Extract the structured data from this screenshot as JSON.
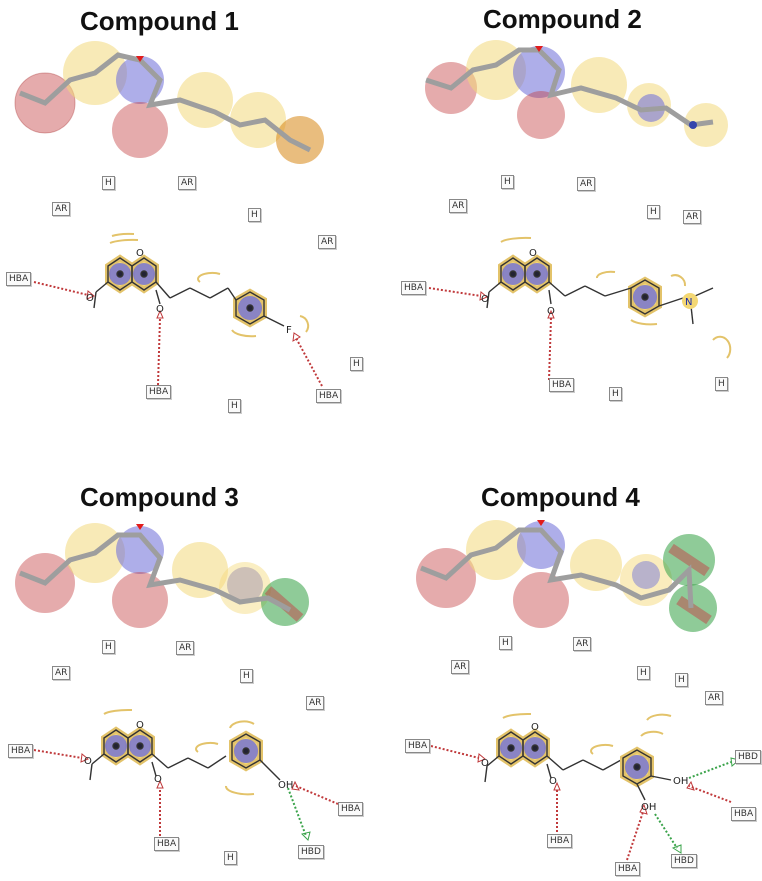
{
  "panels": [
    {
      "title": "Compound 1",
      "tags": [
        "H",
        "AR",
        "AR",
        "H",
        "AR",
        "H",
        "H"
      ],
      "pharm": {
        "left_hba": "HBA",
        "carbonyl_hba": "HBA",
        "tail": "F",
        "tail_hba": "HBA"
      }
    },
    {
      "title": "Compound 2",
      "tags": [
        "H",
        "AR",
        "AR",
        "H",
        "AR",
        "H",
        "H"
      ],
      "pharm": {
        "left_hba": "HBA",
        "carbonyl_hba": "HBA",
        "tail": "N"
      }
    },
    {
      "title": "Compound 3",
      "tags": [
        "H",
        "AR",
        "AR",
        "H",
        "AR",
        "H"
      ],
      "pharm": {
        "left_hba": "HBA",
        "carbonyl_hba": "HBA",
        "tail": "OH",
        "tail_hba": "HBA",
        "tail_hbd": "HBD"
      }
    },
    {
      "title": "Compound 4",
      "tags": [
        "H",
        "AR",
        "AR",
        "H",
        "H",
        "AR"
      ],
      "pharm": {
        "left_hba": "HBA",
        "carbonyl_hba": "HBA",
        "tail": "OH",
        "tail2": "OH",
        "tail_hba": "HBA",
        "tail_hbd": "HBD",
        "tail2_hba": "HBA",
        "tail2_hbd": "HBD"
      }
    }
  ],
  "colors": {
    "aromatic": "#6f6fd8",
    "hydrophobic": "#f3d774",
    "acceptor": "#c0393b",
    "donor": "#3aa34a",
    "bond": "#555555"
  }
}
